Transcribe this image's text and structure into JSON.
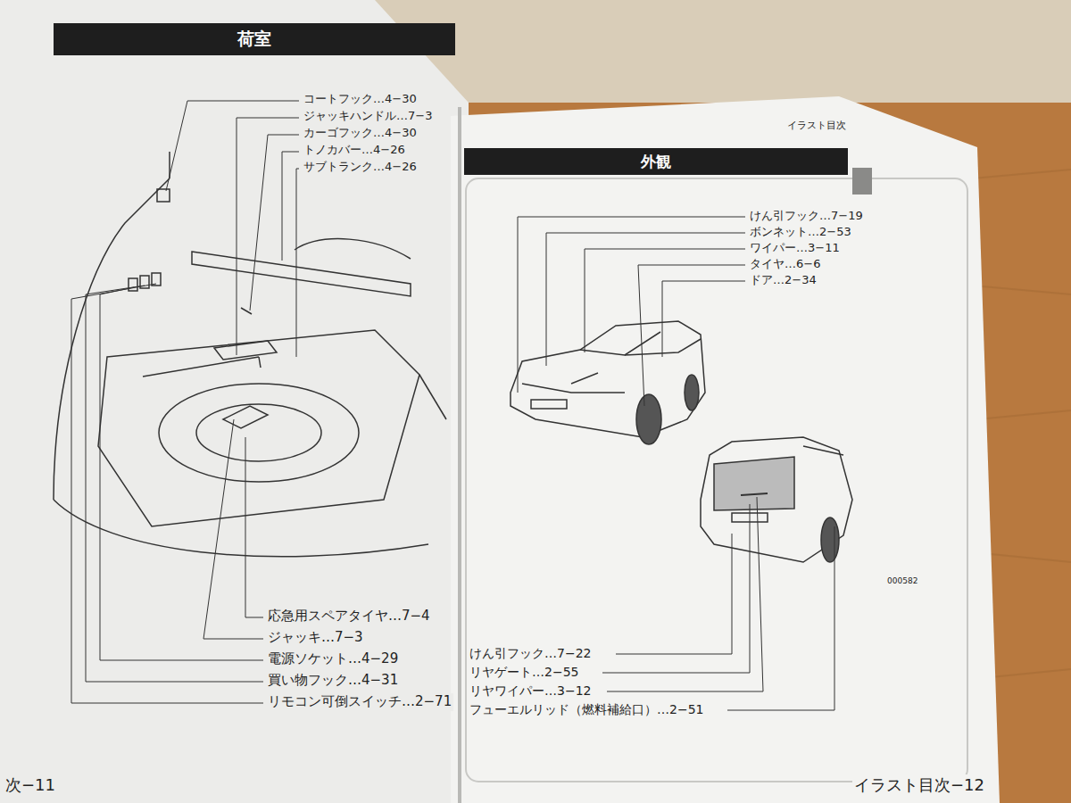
{
  "diagram": {
    "nodes": [
      {
        "text": [
          "荷室"
        ]
      },
      {
        "text": [
          "外観"
        ]
      }
    ],
    "labels": [
      "コートフック…4−30",
      "ジャッキハンドル…7−3",
      "カーゴフック…4−30",
      "トノカバー…4−26",
      "サブトランク…4−26",
      "応急用スペアタイヤ…7−4",
      "ジャッキ…7−3",
      "電源ソケット…4−29",
      "買い物フック…4−31",
      "リモコン可倒スイッチ…2−71",
      "次−11",
      "イラスト目次",
      "けん引フック…7−19",
      "ボンネット…2−53",
      "ワイパー…3−11",
      "タイヤ…6−6",
      "ドア…2−34",
      "000582",
      "けん引フック…7−22",
      "リヤゲート…2−55",
      "リヤワイパー…3−12",
      "フューエルリッド（燃料補給口）…2−51",
      "イラスト目次−12"
    ]
  }
}
